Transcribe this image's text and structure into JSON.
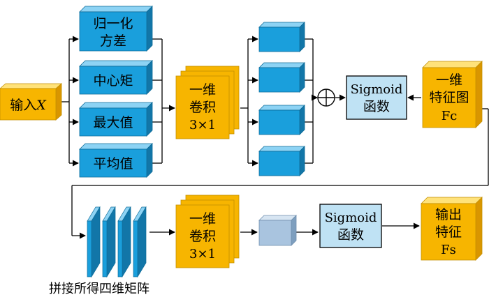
{
  "input": {
    "label": "输入",
    "var": "X"
  },
  "pools": [
    "归一化",
    "方差",
    "中心矩",
    "最大值",
    "平均值"
  ],
  "conv1": [
    "一维",
    "卷积",
    "3×1"
  ],
  "sigmoid1": [
    "Sigmoid",
    "函数"
  ],
  "fc": [
    "一维",
    "特征图",
    "Fc"
  ],
  "concat_label": "拼接所得四维矩阵",
  "conv2": [
    "一维",
    "卷积",
    "3×1"
  ],
  "sigmoid2": [
    "Sigmoid",
    "函数"
  ],
  "output": [
    "输出",
    "特征",
    "Fs"
  ],
  "colors": {
    "blue_front": "#1a9fdc",
    "blue_top": "#8dd3f4",
    "blue_side": "#1276a8",
    "orange_front": "#f7b500",
    "orange_top": "#ffe27a",
    "orange_side": "#d99600",
    "pale_front": "#a9c4df",
    "pale_top": "#d7e5f2",
    "pale_side": "#7e9fbf",
    "sigmoid_fill": "#bfe2f4"
  }
}
